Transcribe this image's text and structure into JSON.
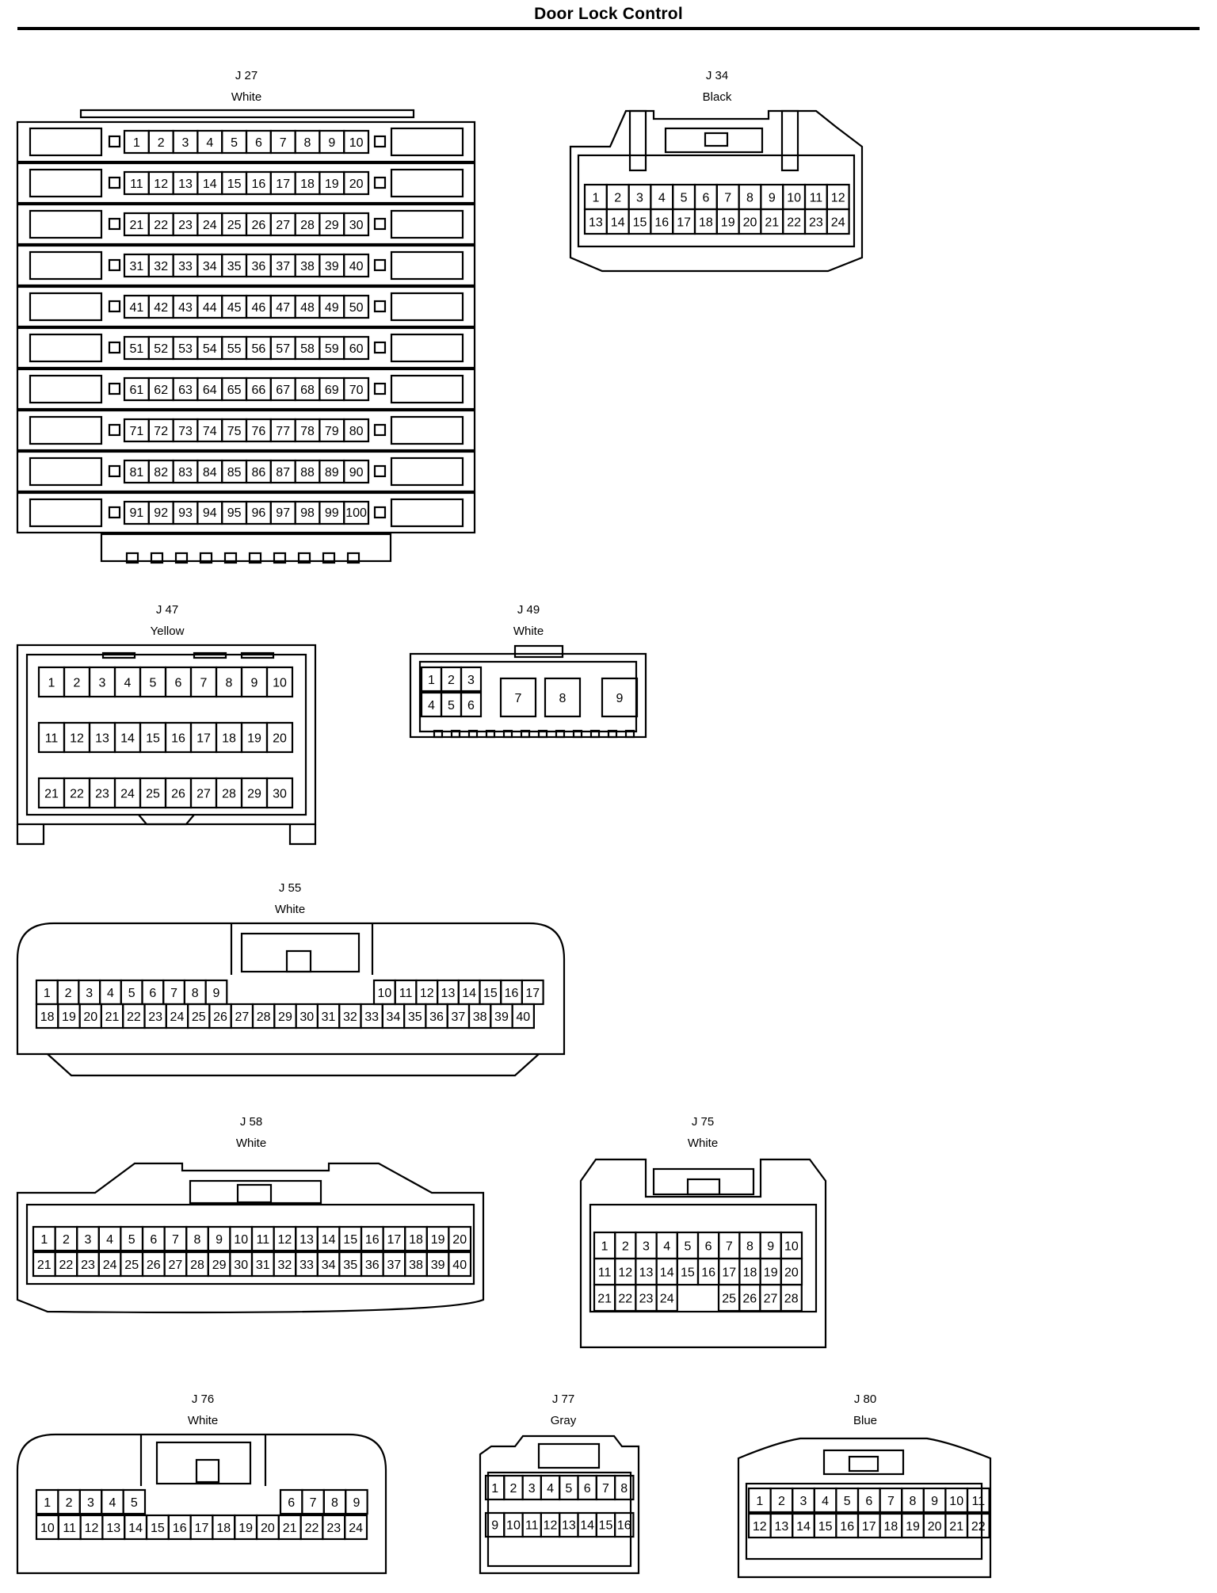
{
  "page": {
    "title": "Door Lock Control"
  },
  "connectors": [
    {
      "id": "J 27",
      "color": "White",
      "pins": "1–100"
    },
    {
      "id": "J 34",
      "color": "Black",
      "pins": "1–24"
    },
    {
      "id": "J 47",
      "color": "Yellow",
      "pins": "1–30"
    },
    {
      "id": "J 49",
      "color": "White",
      "pins": "1–9"
    },
    {
      "id": "J 55",
      "color": "White",
      "pins": "1–40"
    },
    {
      "id": "J 58",
      "color": "White",
      "pins": "1–40"
    },
    {
      "id": "J 75",
      "color": "White",
      "pins": "1–28"
    },
    {
      "id": "J 76",
      "color": "White",
      "pins": "1–24"
    },
    {
      "id": "J 77",
      "color": "Gray",
      "pins": "1–16"
    },
    {
      "id": "J 80",
      "color": "Blue",
      "pins": "1–22"
    }
  ]
}
